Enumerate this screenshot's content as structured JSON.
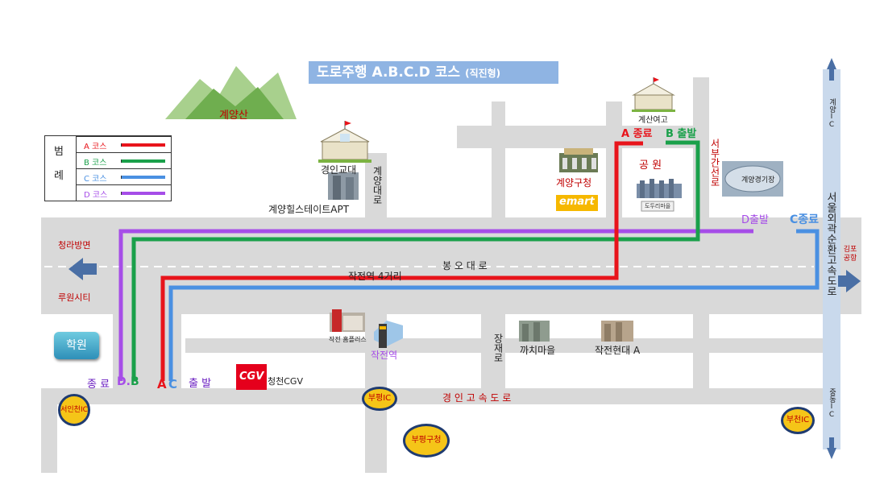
{
  "title": {
    "main": "도로주행 A.B.C.D 코스",
    "sub": "(직진형)"
  },
  "legend": {
    "header": [
      "범",
      "례"
    ],
    "items": [
      {
        "label": "A 코스",
        "color": "#e8141b"
      },
      {
        "label": "B 코스",
        "color": "#1aa04a"
      },
      {
        "label": "C 코스",
        "color": "#4a90e2"
      },
      {
        "label": "D 코스",
        "color": "#a64de8"
      }
    ]
  },
  "places": {
    "mountain": "계양산",
    "school_kyungin": "경인교대",
    "road_gyeyang": "계양대로",
    "apt": "계양힐스테이트APT",
    "gu_office": "계양구청",
    "emart": "emart",
    "girls_school": "계산여고",
    "park": "공 원",
    "park_sign": "도두리마을",
    "seobu_road": "서부간선로",
    "stadium": "계양경기장",
    "cheongna": "청라방면",
    "ruwon": "루원시티",
    "bongo_road": "봉 오 대 로",
    "jakjeon_intersection": "작전역 4거리",
    "jakjeon_homeplus": "작전 홈플러스",
    "jakjeon_station": "작전역",
    "jangjae_road": "장재로",
    "kkachi": "까치마을",
    "hyundai": "작전현대 A",
    "hakwon": "학원",
    "cgv_logo": "CGV",
    "cgv": "청천CGV",
    "bupyeong_ic": "부평IC",
    "bupyeong_gu": "부평구청",
    "seoincheon_ic": "서인천IC",
    "bucheon_ic": "부천IC",
    "kyungin_highway": "경 인 고 속 도 로",
    "ring_highway": "서울외곽순환고속도로",
    "gyeyang_ic": "계양IC",
    "jungdong_ic": "중동IC",
    "gimpo": "김포공항"
  },
  "markers": {
    "a_end": "A 종료",
    "b_start": "B 출발",
    "c_end": "C종료",
    "d_start": "D출발",
    "end_label": "종 료",
    "d_letter": "D.",
    "b_letter": "B",
    "a_letter": "A",
    "c_letter": "C",
    "start_label": "출 발"
  },
  "colors": {
    "road": "#d9d9d9",
    "course_a": "#e8141b",
    "course_b": "#1aa04a",
    "course_c": "#4a90e2",
    "course_d": "#a64de8",
    "label_red": "#c00000",
    "ring_road": "#c9d9ec",
    "title_bg": "#8fb4e3"
  }
}
